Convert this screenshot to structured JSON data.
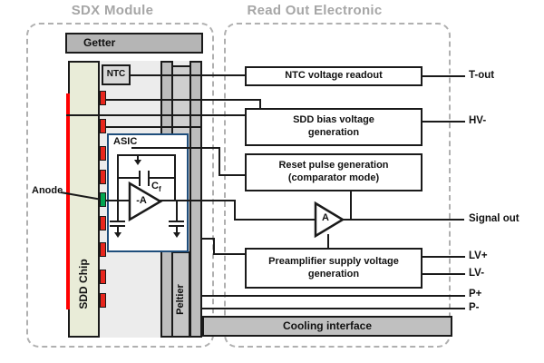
{
  "diagram": {
    "sdx_title": "SDX Module",
    "roe_title": "Read Out Electronic"
  },
  "sdx": {
    "getter_label": "Getter",
    "ntc_label": "NTC",
    "sdd_chip_label": "SDD Chip",
    "peltier_label": "Peltier",
    "anode_label": "Anode",
    "asic": {
      "title": "ASIC",
      "feedback_cap": "C",
      "feedback_cap_sub": "f",
      "preamp_label": "-A"
    }
  },
  "roe": {
    "ntc_readout_label": "NTC voltage readout",
    "bias_line1": "SDD bias voltage",
    "bias_line2": "generation",
    "reset_line1": "Reset pulse generation",
    "reset_line2": "(comparator mode)",
    "preamp_supply_line1": "Preamplifier supply voltage",
    "preamp_supply_line2": "generation",
    "buffer_amp_label": "A",
    "cooling_label": "Cooling interface"
  },
  "ports": {
    "t_out": "T-out",
    "hv": "HV-",
    "signal_out": "Signal out",
    "lv_plus": "LV+",
    "lv_minus": "LV-",
    "p_plus": "P+",
    "p_minus": "P-"
  },
  "colors": {
    "line": "#1a1a1a",
    "dashed_border": "#b0b0b0",
    "title_text": "#a6a6a6",
    "getter_fill": "#b5b5b5",
    "cooling_fill": "#c0c0c0",
    "bar_fill": "#bdbdbd",
    "module_interior_fill": "#ececec",
    "chip_fill": "#e9ecd8",
    "ntc_fill": "#d8d8d8",
    "asic_border": "#1f4e7c",
    "pad_red": "#e8261d",
    "pad_green": "#00a550",
    "entrance_window_red": "#ff0000"
  }
}
